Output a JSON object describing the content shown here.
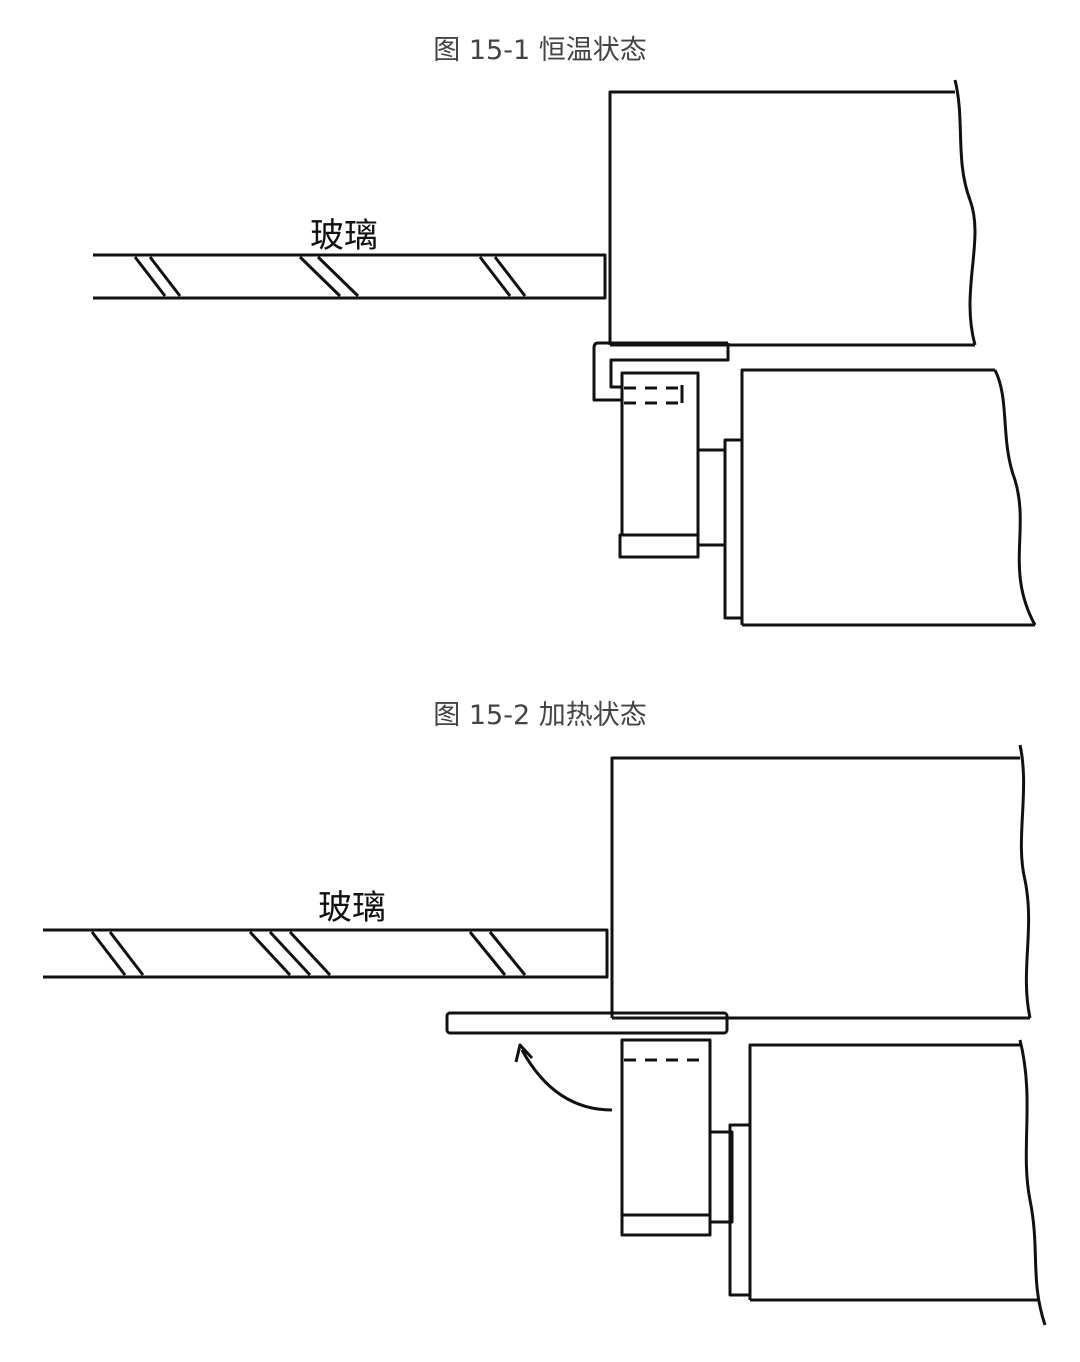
{
  "figures": [
    {
      "title": "图 15-1 恒温状态",
      "glass_label": "玻璃"
    },
    {
      "title": "图 15-2 加热状态",
      "glass_label": "玻璃"
    }
  ]
}
